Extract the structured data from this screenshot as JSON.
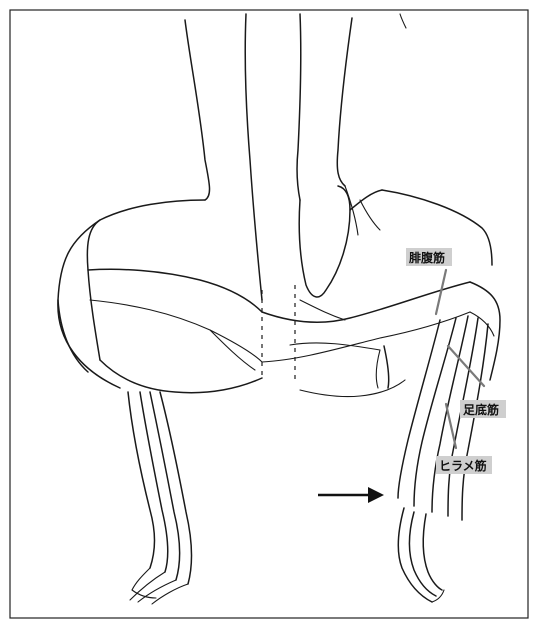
{
  "labels": {
    "gastrocnemius": "腓腹筋",
    "plantaris": "足底筋",
    "soleus": "ヒラメ筋"
  }
}
